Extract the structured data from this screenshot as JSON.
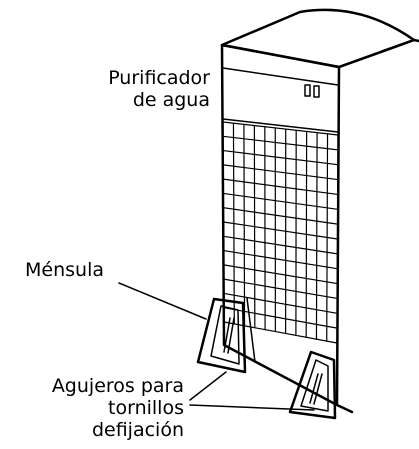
{
  "labels": {
    "purifier_line1": "Purificador",
    "purifier_line2": "de agua",
    "bracket": "Ménsula",
    "holes_line1": "Agujeros para",
    "holes_line2": "tornillos",
    "holes_line3": "defijación"
  },
  "colors": {
    "line": "#000000",
    "background": "#ffffff"
  }
}
